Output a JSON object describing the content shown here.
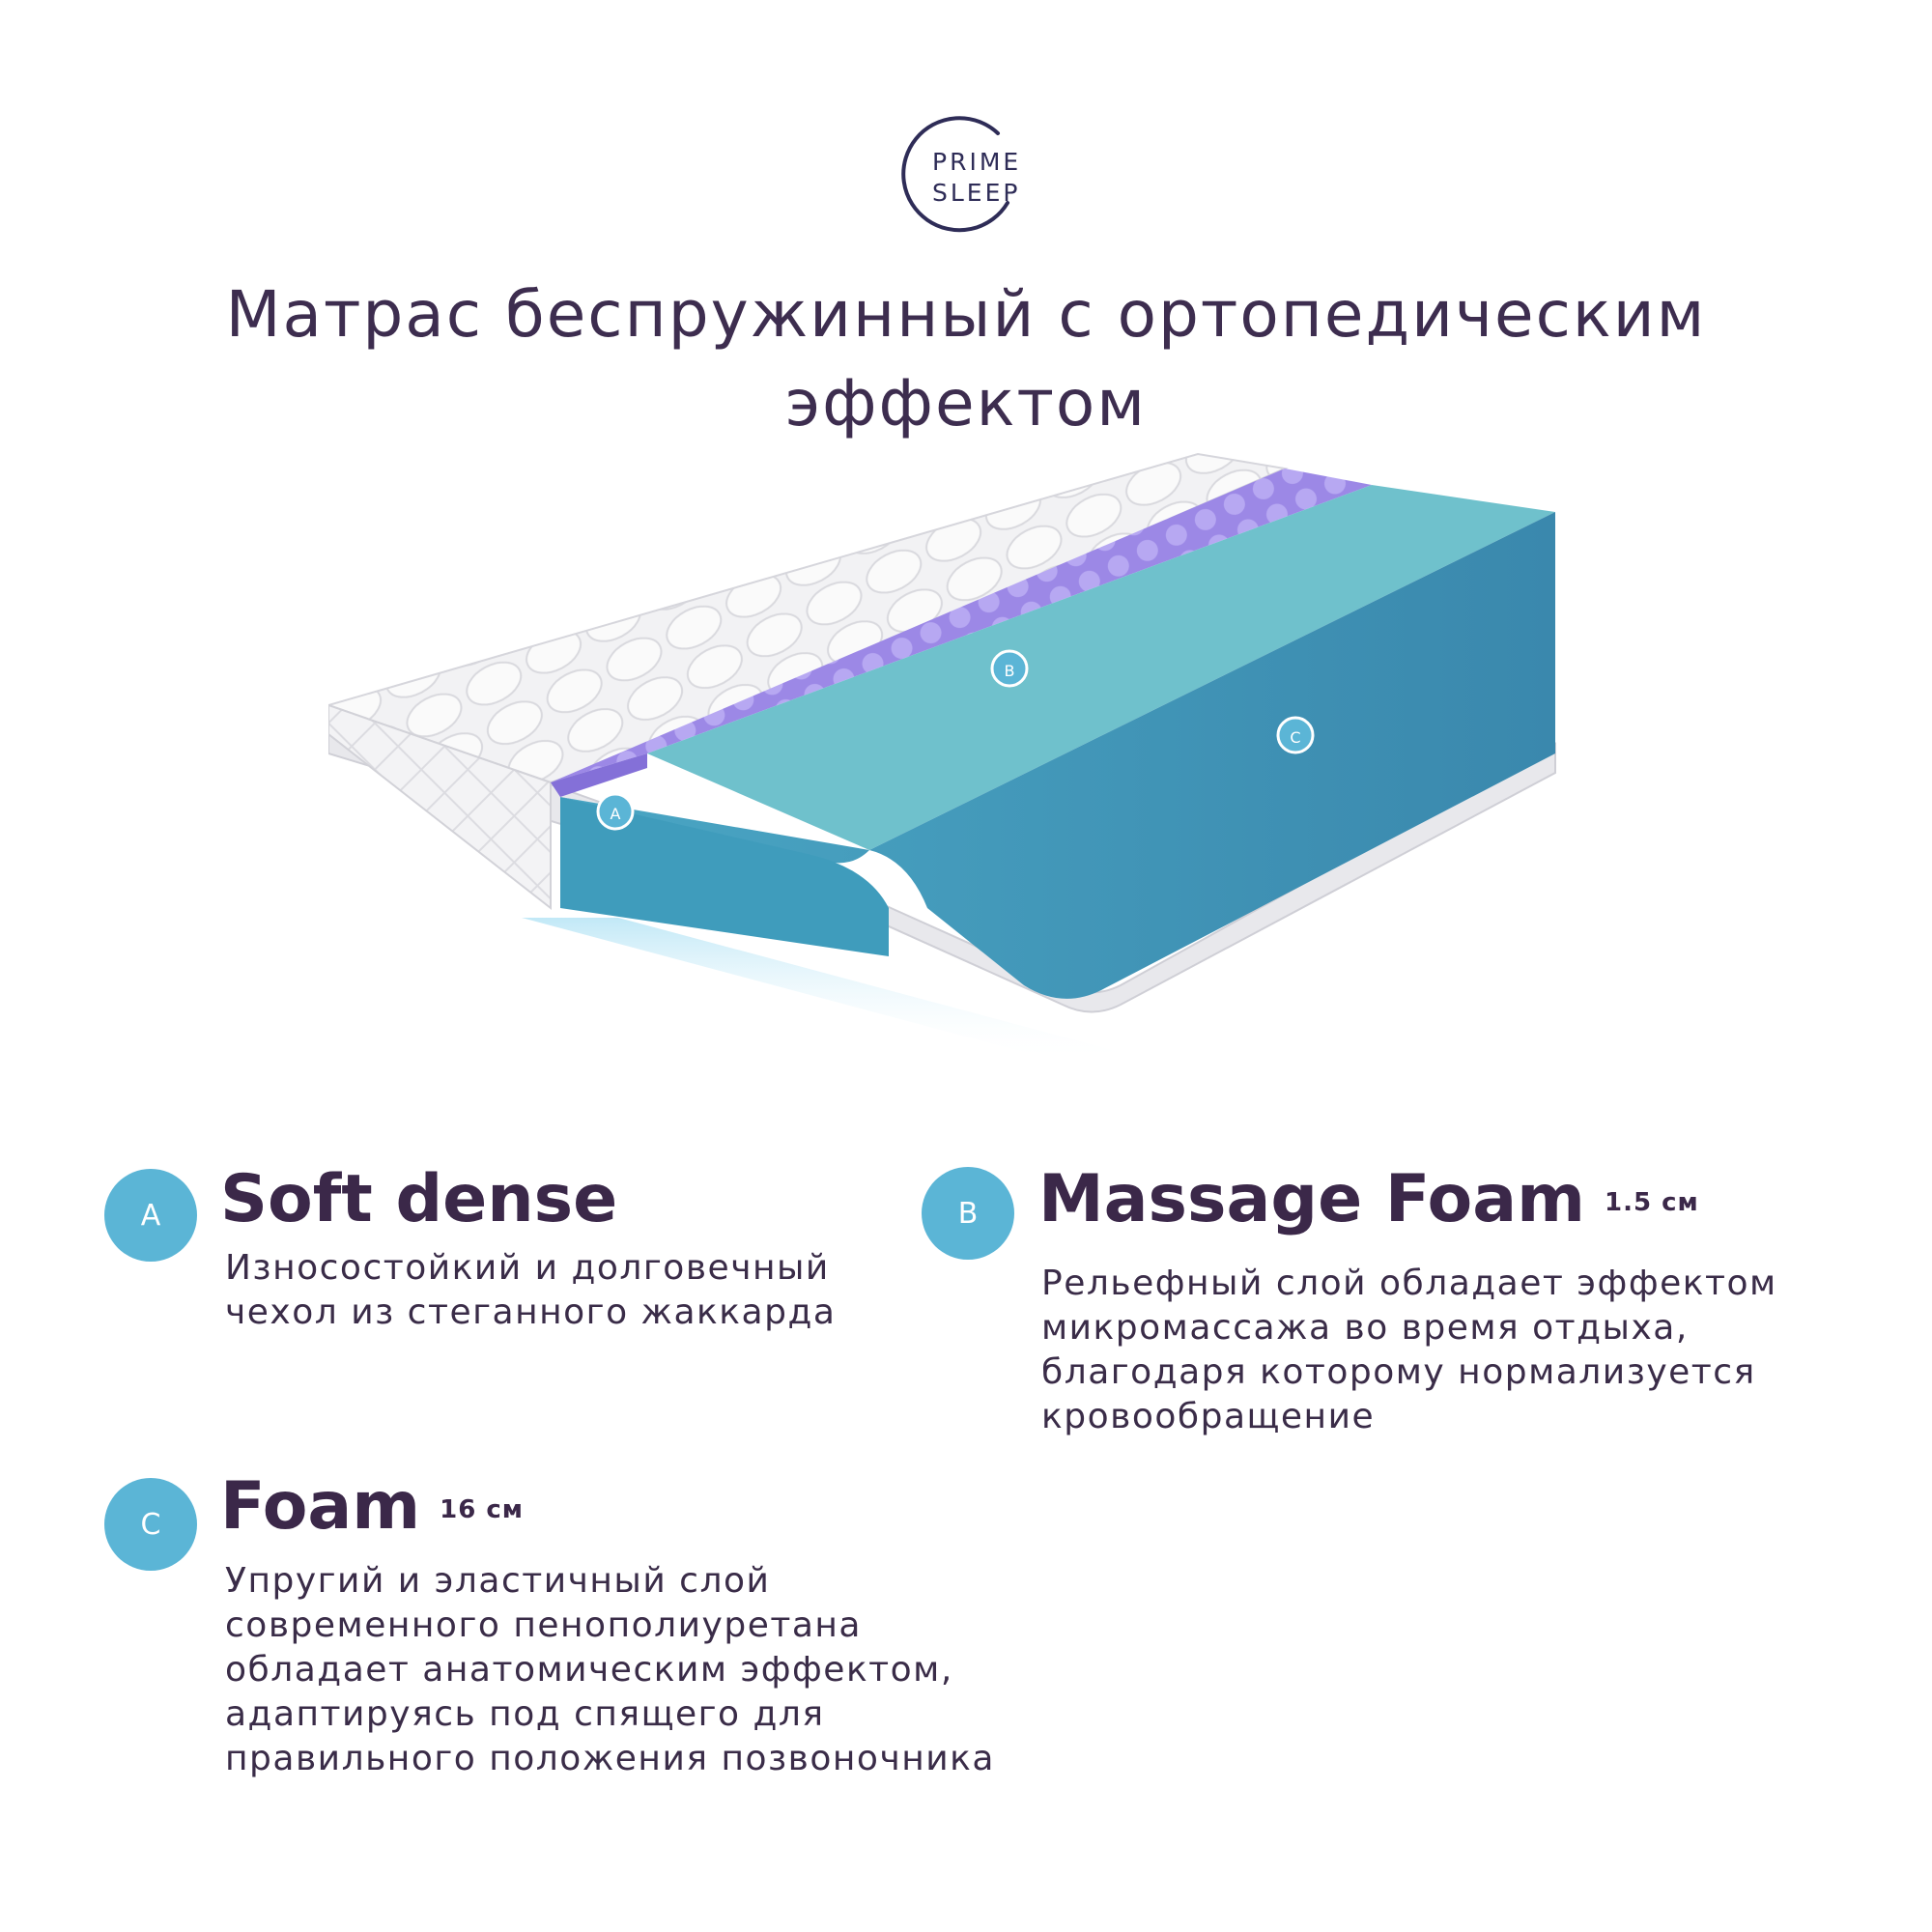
{
  "brand": {
    "line1": "PRIME",
    "line2": "SLEEP"
  },
  "headline": {
    "line1": "Матрас беспружинный с ортопедическим",
    "line2": "эффектом"
  },
  "illustration": {
    "markers": [
      "A",
      "B",
      "C"
    ]
  },
  "features": [
    {
      "letter": "A",
      "title": "Soft dense",
      "size": "",
      "desc_lines": [
        "Износостойкий и долговечный",
        "чехол из стеганного жаккарда"
      ]
    },
    {
      "letter": "B",
      "title": "Massage Foam",
      "size": "1.5 см",
      "desc_lines": [
        "Рельефный слой обладает эффектом",
        "микромассажа во время отдыха,",
        "благодаря которому нормализуется",
        "кровообращение"
      ]
    },
    {
      "letter": "C",
      "title": "Foam",
      "size": "16 см",
      "desc_lines": [
        "Упругий и эластичный слой",
        "современного пенополиуретана",
        "обладает анатомическим эффектом,",
        "адаптируясь под спящего для",
        "правильного положения позвоночника"
      ]
    }
  ],
  "colors": {
    "badge": "#5bb5d6",
    "title": "#3b2849",
    "foam_top": "#6fc1cc",
    "foam_side": "#3e97b8",
    "massage": "#a08ee8",
    "cover": "#f1f1f3"
  }
}
